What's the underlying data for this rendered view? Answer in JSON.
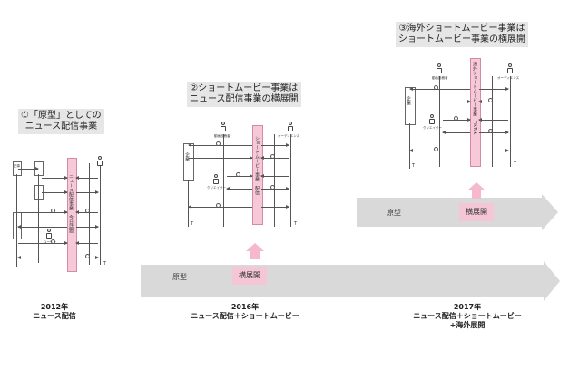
{
  "stages": [
    {
      "title_lines": [
        "①「原型」としての",
        "ニュース配信事業"
      ],
      "year": "2012年",
      "caption_lines": [
        "ニュース配信"
      ],
      "pink_bar_text": "ニュース配信事業　今日話題",
      "box_labels": [
        "記事",
        "ユーザー"
      ]
    },
    {
      "title_lines": [
        "②ショートムービー事業は",
        "ニュース配信事業の横展開"
      ],
      "year": "2016年",
      "caption_lines": [
        "ニュース配信＋ショートムービー"
      ],
      "pink_bar_text": "ショートムービー事業　配信",
      "actor_labels": [
        "動画投稿者",
        "クリエイター",
        "オーディエンス"
      ],
      "box_labels": [
        "企業"
      ]
    },
    {
      "title_lines": [
        "③海外ショートムービー事業は",
        "ショートムービー事業の横展開"
      ],
      "year": "2017年",
      "caption_lines": [
        "ニュース配信＋ショートムービー",
        "+海外展開"
      ],
      "pink_bar_text": "海外ショートムービー事業　TikTok",
      "actor_labels": [
        "動画投稿者",
        "クリエイター",
        "オーディエンス"
      ],
      "box_labels": [
        "企業"
      ]
    }
  ],
  "arrows": [
    {
      "label": "原型",
      "badge": "横展開"
    },
    {
      "label": "原型",
      "badge": "横展開"
    }
  ],
  "lifeline_end_mark": "T",
  "colors": {
    "arrow_grey": "#d9d9d9",
    "pink": "#f5c6d6",
    "title_bg": "#e6e6e6"
  }
}
